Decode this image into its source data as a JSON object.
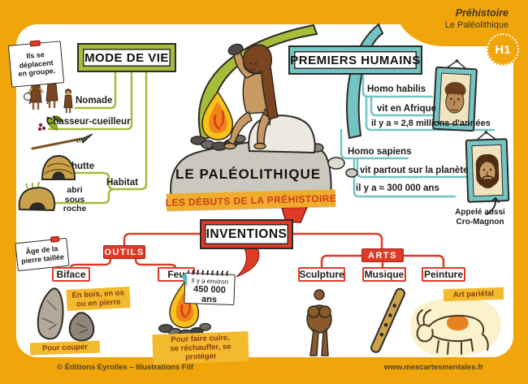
{
  "header": {
    "subject": "Préhistoire",
    "chapter": "Le Paléolithique",
    "badge": "H1"
  },
  "footer": {
    "credit": "© Éditions Eyrolles – Illustrations Filf",
    "website": "www.mescartesmentales.fr"
  },
  "center": {
    "title": "LE PALÉOLITHIQUE",
    "subtitle": "LES DÉBUTS DE LA PRÉHISTOIRE",
    "inventions_label": "INVENTIONS"
  },
  "mode": {
    "title": "MODE DE VIE",
    "note_l1": "Ils se",
    "note_l2": "déplacent",
    "note_l3": "en groupe.",
    "nomade": "Nomade",
    "chasseur": "Chasseur-cueilleur",
    "habitat": "Habitat",
    "hutte": "hutte",
    "abri_l1": "abri",
    "abri_l2": "sous roche"
  },
  "humains": {
    "title": "PREMIERS HUMAINS",
    "habilis_name": "Homo habilis",
    "habilis_fact1": "vit en Afrique",
    "habilis_fact2": "il y a ≈ 2,8 millions d'années",
    "sapiens_name": "Homo sapiens",
    "sapiens_fact1": "vit partout sur la planète",
    "sapiens_fact2": "il y a ≈ 300 000 ans",
    "sapiens_note_l1": "Appelé aussi",
    "sapiens_note_l2": "Cro-Magnon"
  },
  "outils": {
    "title": "OUTILS",
    "note_l1": "Âge de la",
    "note_l2": "pierre taillée",
    "biface_label": "Biface",
    "biface_material_l1": "En bois, en os",
    "biface_material_l2": "ou en pierre",
    "biface_use": "Pour couper",
    "feu_label": "Feu",
    "feu_date_l1": "Il y a environ",
    "feu_date_l2": "450 000 ans",
    "feu_use_l1": "Pour faire cuire,",
    "feu_use_l2": "se réchauffer, se protéger"
  },
  "arts": {
    "title": "ARTS",
    "sculpture": "Sculpture",
    "musique": "Musique",
    "peinture": "Peinture",
    "note": "Art pariétal"
  },
  "colors": {
    "frame": "#F0A50B",
    "green": "#A6BC3A",
    "teal": "#72C4C5",
    "red": "#DF3A26",
    "banner": "#EFAD2B",
    "highlight": "#F3BA2E",
    "highlight_text": "#8C3B10"
  }
}
